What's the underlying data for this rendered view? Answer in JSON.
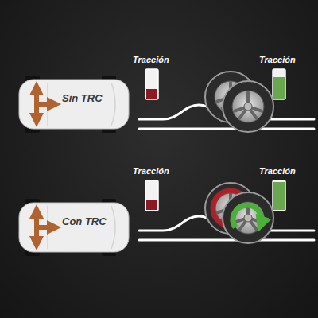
{
  "diagram": {
    "nodes": [
      {
        "text": [
          "Sin TRC"
        ]
      },
      {
        "text": [
          "Con TRC"
        ]
      }
    ],
    "labels": [
      "Tracción",
      "Tracción",
      "Tracción",
      "Tracción"
    ]
  }
}
